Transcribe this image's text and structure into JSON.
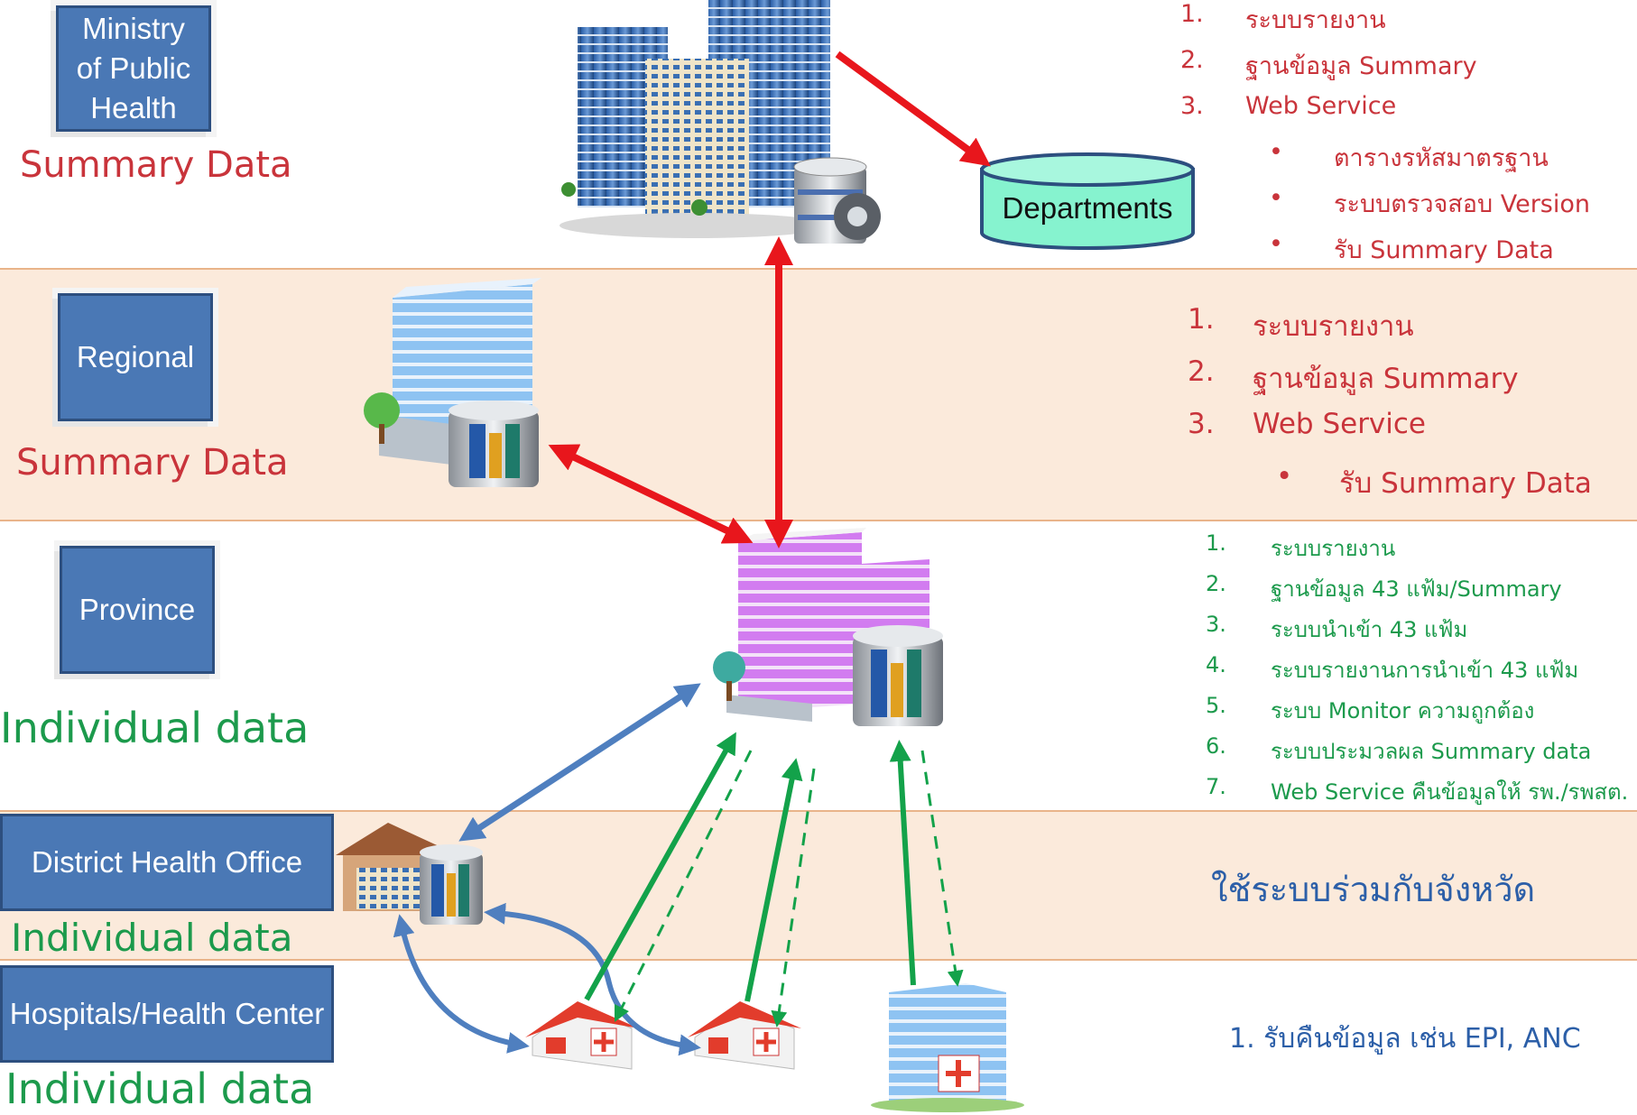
{
  "tiers": {
    "ministry": {
      "box": "Ministry of Public Health",
      "data_label": "Summary Data"
    },
    "regional": {
      "box": "Regional",
      "data_label": "Summary Data"
    },
    "province": {
      "box": "Province",
      "data_label": "Individual data"
    },
    "district": {
      "box": "District Health Office",
      "data_label": "Individual data"
    },
    "hospital": {
      "box": "Hospitals/Health Center",
      "data_label": "Individual data"
    }
  },
  "departments_label": "Departments",
  "ministry_list": [
    {
      "num": "1.",
      "text": "ระบบรายงาน"
    },
    {
      "num": "2.",
      "text": "ฐานข้อมูล Summary"
    },
    {
      "num": "3.",
      "text": "Web Service"
    },
    {
      "num": "•",
      "text": "ตารางรหัสมาตรฐาน"
    },
    {
      "num": "•",
      "text": "ระบบตรวจสอบ Version"
    },
    {
      "num": "•",
      "text": "รับ Summary Data"
    }
  ],
  "regional_list": [
    {
      "num": "1.",
      "text": "ระบบรายงาน"
    },
    {
      "num": "2.",
      "text": "ฐานข้อมูล Summary"
    },
    {
      "num": "3.",
      "text": "Web Service"
    },
    {
      "num": "•",
      "text": "รับ Summary Data"
    }
  ],
  "province_list": [
    {
      "num": "1.",
      "text": "ระบบรายงาน"
    },
    {
      "num": "2.",
      "text": "ฐานข้อมูล 43 แฟ้ม/Summary"
    },
    {
      "num": "3.",
      "text": "ระบบนำเข้า 43 แฟ้ม"
    },
    {
      "num": "4.",
      "text": "ระบบรายงานการนำเข้า  43 แฟ้ม"
    },
    {
      "num": "5.",
      "text": "ระบบ Monitor ความถูกต้อง"
    },
    {
      "num": "6.",
      "text": "ระบบประมวลผล Summary data"
    },
    {
      "num": "7.",
      "text": "Web Service คืนข้อมูลให้ รพ./รพสต."
    }
  ],
  "district_note": "ใช้ระบบร่วมกับจังหวัด",
  "hospital_note": "1. รับคืนข้อมูล เช่น EPI, ANC",
  "colors": {
    "box_blue": "#4a78b5",
    "red_label": "#c9343b",
    "green_label": "#1c9a4c",
    "band_peach": "#fbeadb",
    "arrow_red": "#e8161c",
    "arrow_blue": "#4f7fbf",
    "arrow_green": "#13a24a",
    "cylinder": "#86f3cf"
  },
  "icons": [
    "office-towers-icon",
    "database-gear-icon",
    "regional-building-icon",
    "province-building-icon",
    "district-office-icon",
    "health-center-icon",
    "hospital-icon"
  ]
}
